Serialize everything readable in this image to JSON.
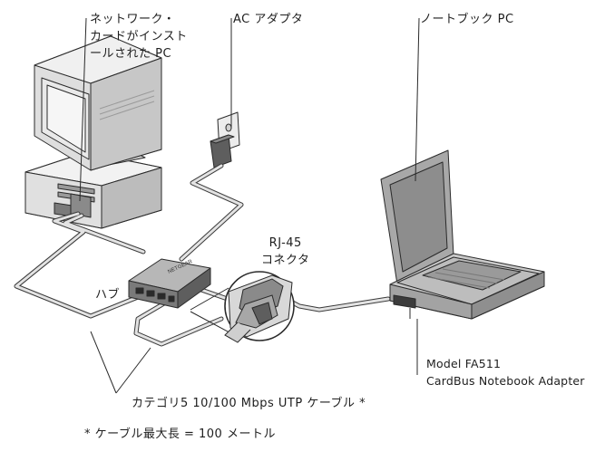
{
  "labels": {
    "pc": [
      "ネットワーク・",
      "カードがインスト",
      "ールされた PC"
    ],
    "ac_adapter": "AC アダプタ",
    "notebook": "ノートブック PC",
    "rj45": [
      "RJ-45",
      "コネクタ"
    ],
    "hub": "ハブ",
    "adapter": [
      "Model FA511",
      "CardBus Notebook Adapter"
    ],
    "cable": "カテゴリ5  10/100 Mbps UTP ケーブル *",
    "note": "* ケーブル最大長 = 100 メートル"
  },
  "hub_brand": "NETGEAR",
  "colors": {
    "outline": "#2a2a2a",
    "device_light": "#d9d9d9",
    "device_mid": "#a9a9a9",
    "device_dark": "#6e6e6e",
    "screen": "#8d8d8d",
    "cable": "#bdbdbd"
  }
}
